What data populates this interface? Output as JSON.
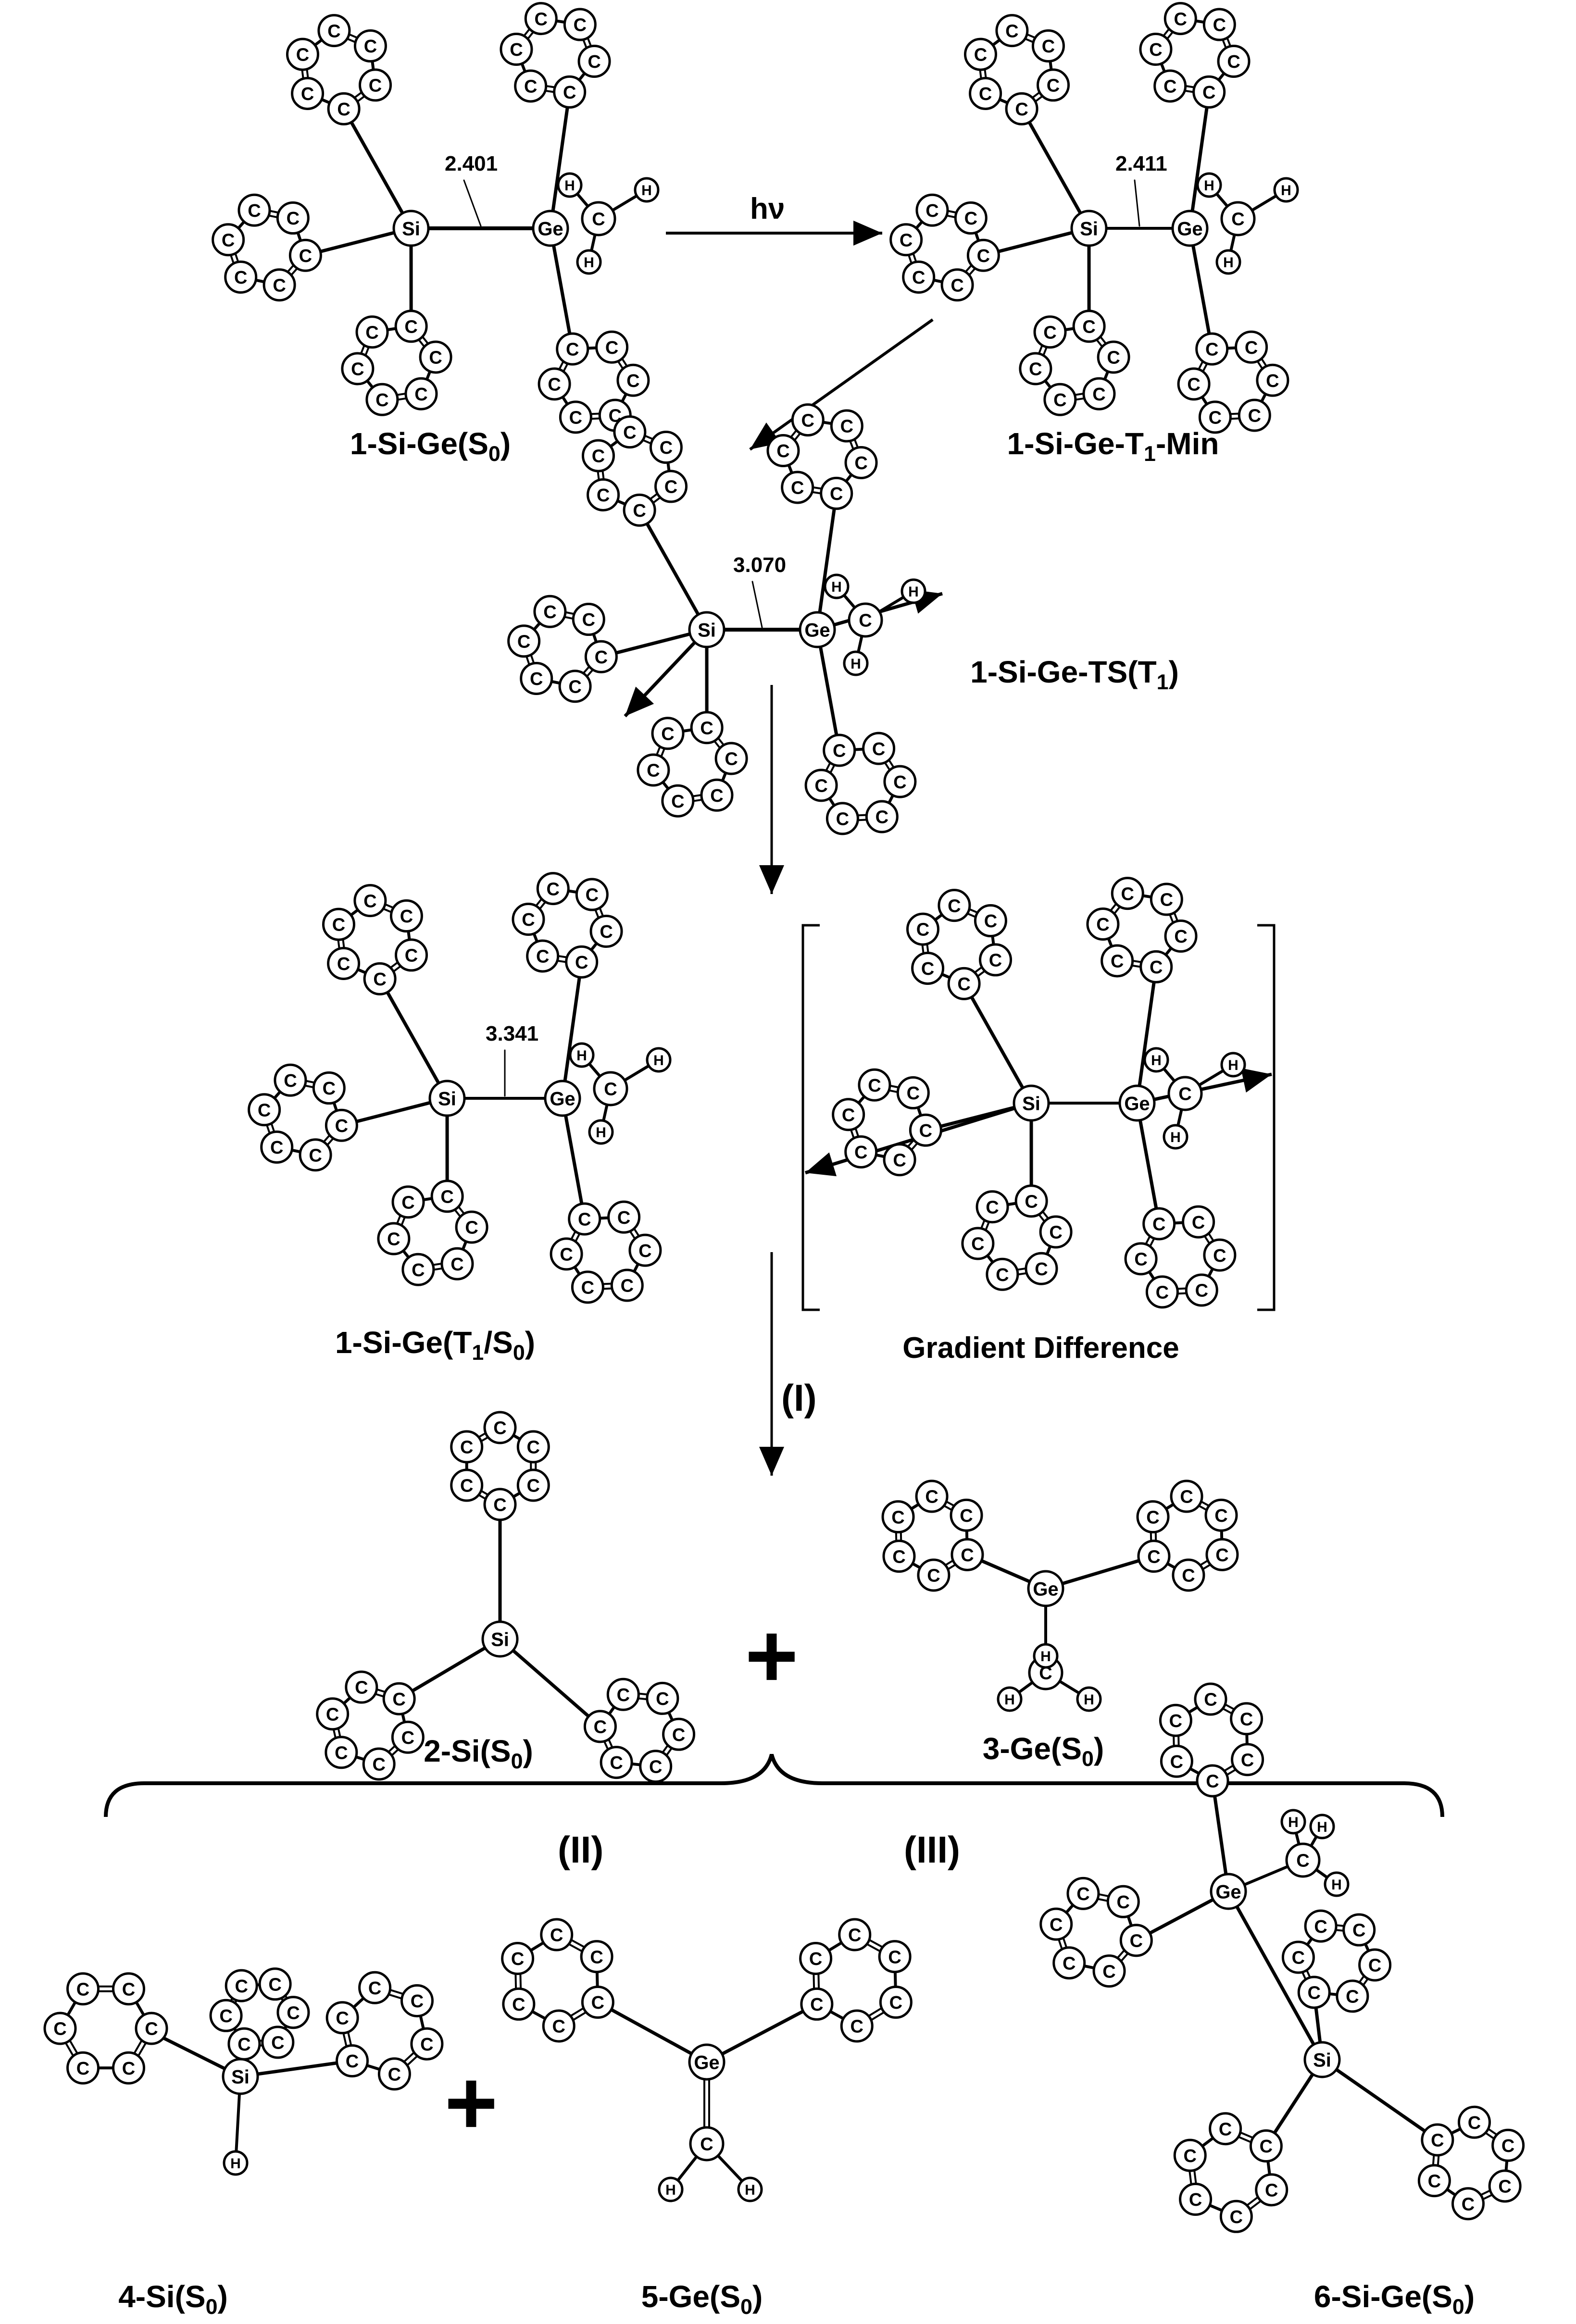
{
  "labels": {
    "sige_s0": "1-Si-Ge(S0)",
    "sige_t1min": "1-Si-Ge-T1-Min",
    "sige_ts": "1-Si-Ge-TS(T1)",
    "sige_t1s0": "1-Si-Ge(T1/S0)",
    "gradient_difference": "Gradient Difference",
    "si2": "2-Si(S0)",
    "ge3": "3-Ge(S0)",
    "si4": "4-Si(S0)",
    "ge5": "5-Ge(S0)",
    "sige6": "6-Si-Ge(S0)"
  },
  "label_parts": {
    "sige_s0": [
      "1-Si-Ge(S",
      "0",
      ")"
    ],
    "sige_t1min": [
      "1-Si-Ge-T",
      "1",
      "-Min"
    ],
    "sige_ts": [
      "1-Si-Ge-TS(T",
      "1",
      ")"
    ],
    "sige_t1s0": [
      "1-Si-Ge(T",
      "1",
      "/S",
      "0",
      ")"
    ],
    "si2": [
      "2-Si(S",
      "0",
      ")"
    ],
    "ge3": [
      "3-Ge(S",
      "0",
      ")"
    ],
    "si4": [
      "4-Si(S",
      "0",
      ")"
    ],
    "ge5": [
      "5-Ge(S",
      "0",
      ")"
    ],
    "sige6": [
      "6-Si-Ge(S",
      "0",
      ")"
    ]
  },
  "distances": {
    "s0": "2.401",
    "t1min": "2.411",
    "ts": "3.070",
    "t1s0": "3.341"
  },
  "photo_label": "hν",
  "pathways": {
    "I": "(I)",
    "II": "(II)",
    "III": "(III)"
  },
  "plus_sign": "+",
  "atoms": {
    "carbon": "C",
    "hydrogen": "H",
    "silicon": "Si",
    "germanium": "Ge"
  },
  "colors": {
    "ink": "#000000",
    "atom_fill": "#ffffff"
  }
}
